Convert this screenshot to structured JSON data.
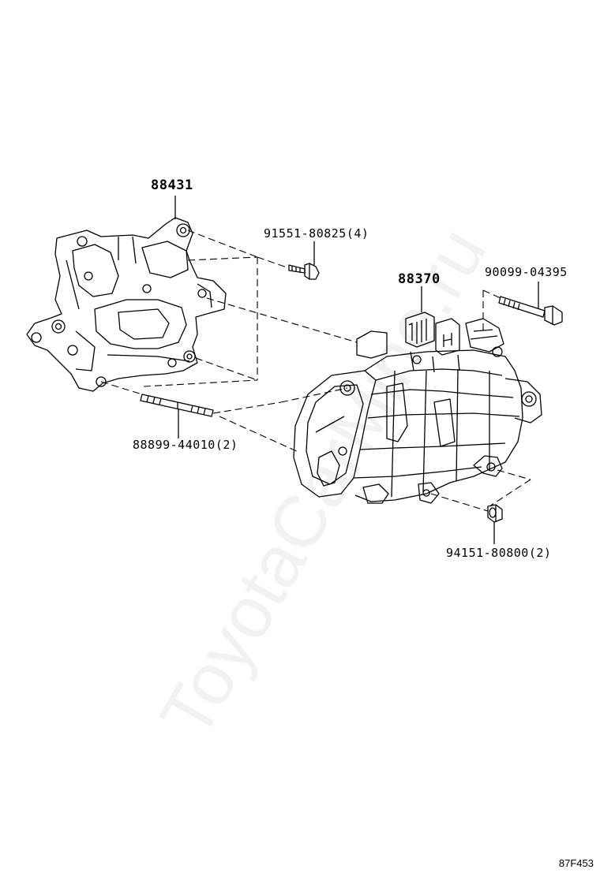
{
  "watermark": "ToyotaCarMine.ru",
  "figure_code": "87F453",
  "parts": [
    {
      "id": "bracket",
      "label": "88431"
    },
    {
      "id": "bolt-top",
      "label": "91551-80825(4)"
    },
    {
      "id": "compressor",
      "label": "88370"
    },
    {
      "id": "long-bolt",
      "label": "90099-04395"
    },
    {
      "id": "stud-bolt",
      "label": "88899-44010(2)"
    },
    {
      "id": "nut",
      "label": "94151-80800(2)"
    }
  ]
}
